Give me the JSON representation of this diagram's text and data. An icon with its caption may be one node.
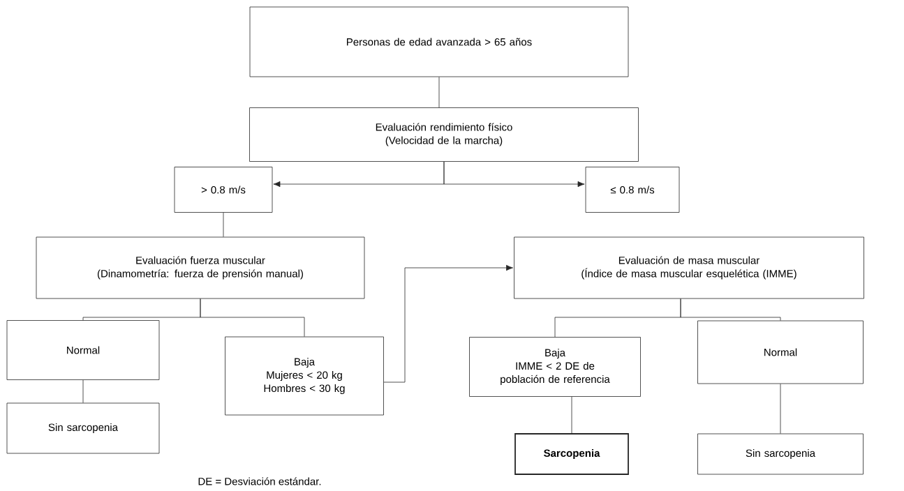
{
  "diagram": {
    "nodes": [
      {
        "text": [
          "Personas de edad avanzada > 65 años"
        ]
      },
      {
        "text": [
          "Evaluación rendimiento físico",
          "(Velocidad de la marcha)"
        ]
      },
      {
        "text": [
          "> 0.8 m/s"
        ]
      },
      {
        "text": [
          "≤ 0.8 m/s"
        ]
      },
      {
        "text": [
          "Evaluación fuerza muscular",
          "(Dinamometría: fuerza de prensión manual)"
        ]
      },
      {
        "text": [
          "Evaluación de masa muscular",
          "(Índice de masa muscular esquelética (IMME)"
        ]
      },
      {
        "text": [
          "Normal"
        ]
      },
      {
        "text": [
          "Baja",
          "Mujeres < 20 kg",
          "Hombres < 30 kg"
        ]
      },
      {
        "text": [
          "Baja",
          "IMME < 2 DE de población de referencia"
        ]
      },
      {
        "text": [
          "Normal"
        ]
      },
      {
        "text": [
          "Sin sarcopenia"
        ]
      },
      {
        "text": [
          "Sarcopenia"
        ]
      },
      {
        "text": [
          "Sin sarcopenia"
        ]
      }
    ],
    "edges": [
      {
        "from": 0,
        "to": 1,
        "arrow": "none"
      },
      {
        "from": 1,
        "to": 2,
        "arrow": "to"
      },
      {
        "from": 1,
        "to": 3,
        "arrow": "to"
      },
      {
        "from": 2,
        "to": 4,
        "arrow": "none"
      },
      {
        "from": 4,
        "to": 6,
        "arrow": "none"
      },
      {
        "from": 4,
        "to": 7,
        "arrow": "none"
      },
      {
        "from": 7,
        "to": 5,
        "arrow": "to"
      },
      {
        "from": 5,
        "to": 8,
        "arrow": "none"
      },
      {
        "from": 5,
        "to": 9,
        "arrow": "none"
      },
      {
        "from": 8,
        "to": 11,
        "arrow": "none"
      },
      {
        "from": 6,
        "to": 10,
        "arrow": "none"
      },
      {
        "from": 9,
        "to": 12,
        "arrow": "none"
      }
    ],
    "labels": [
      "DE = Desviación estándar."
    ]
  }
}
